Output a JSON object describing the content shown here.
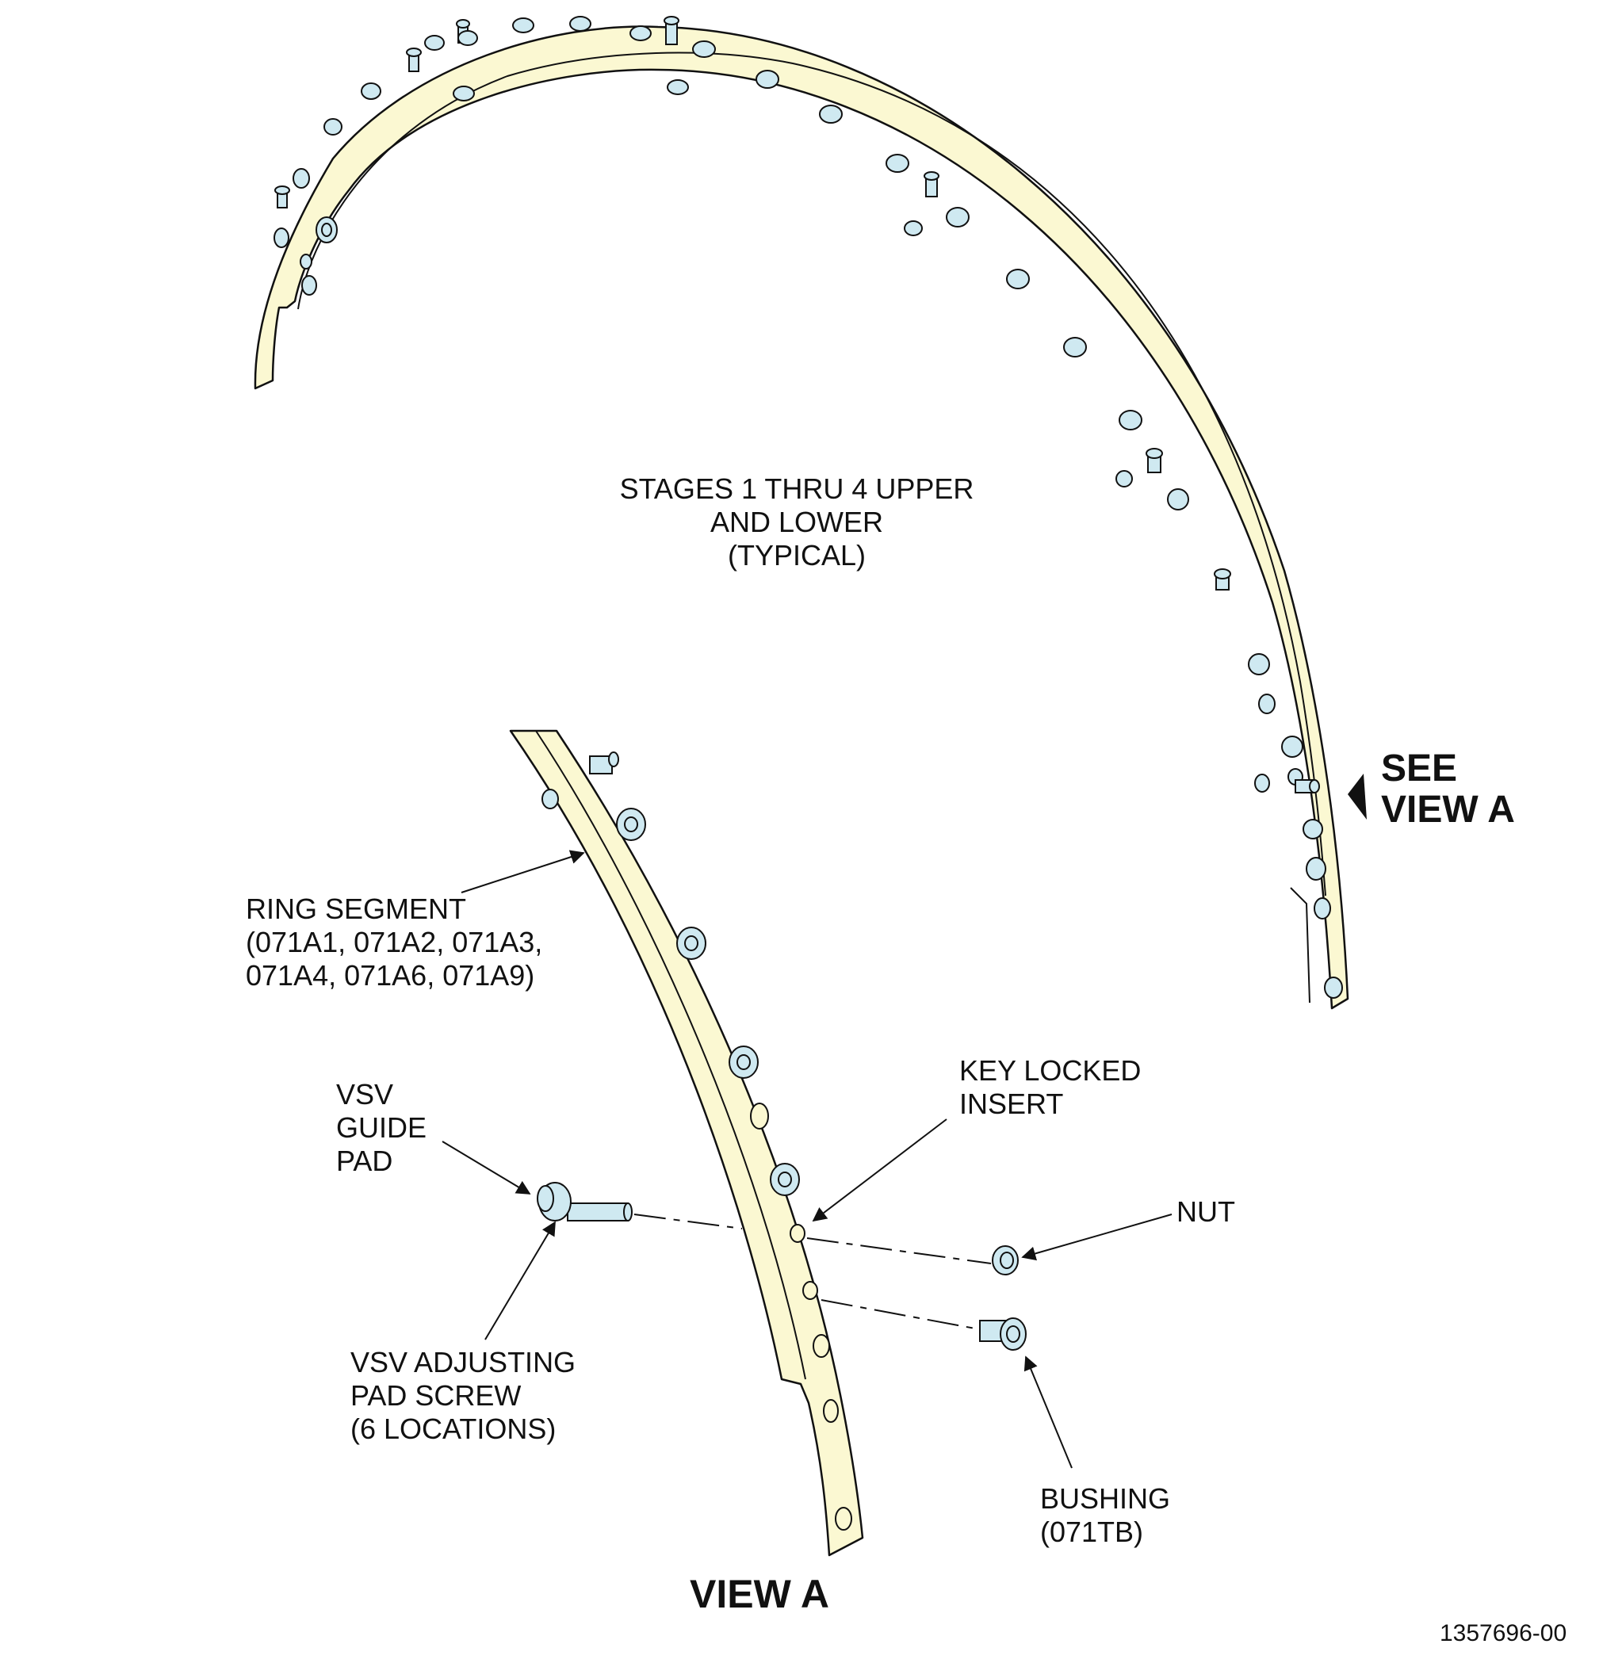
{
  "labels": {
    "stages": "STAGES 1 THRU 4 UPPER\nAND LOWER\n(TYPICAL)",
    "see_view": "SEE\nVIEW A",
    "ring_segment": "RING SEGMENT\n(071A1, 071A2, 071A3,\n071A4, 071A6, 071A9)",
    "key_locked_insert": "KEY LOCKED\nINSERT",
    "vsv_guide_pad": "VSV\nGUIDE\nPAD",
    "nut": "NUT",
    "vsv_adjusting_pad_screw": "VSV ADJUSTING\nPAD SCREW\n(6 LOCATIONS)",
    "bushing": "BUSHING\n(071TB)",
    "view_title": "VIEW A",
    "doc_number": "1357696-00"
  },
  "colors": {
    "ring_fill": "#fbf8d2",
    "hardware_fill": "#cfe9f1",
    "outline": "#111111"
  }
}
